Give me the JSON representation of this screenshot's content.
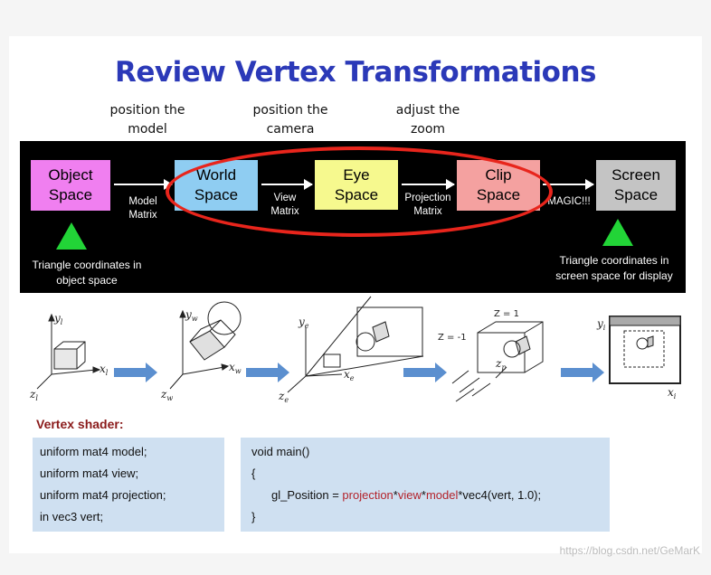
{
  "title": "Review Vertex Transformations",
  "captions": {
    "position_model": "position the\nmodel",
    "position_camera": "position the\ncamera",
    "adjust_zoom": "adjust the\nzoom"
  },
  "pipeline": {
    "spaces": [
      {
        "label": "Object\nSpace",
        "color": "#f07ff0"
      },
      {
        "label": "World\nSpace",
        "color": "#8fcdf2"
      },
      {
        "label": "Eye\nSpace",
        "color": "#f6f98e"
      },
      {
        "label": "Clip\nSpace",
        "color": "#f4a1a0"
      },
      {
        "label": "Screen\nSpace",
        "color": "#c4c4c4"
      }
    ],
    "arrow_labels": [
      "Model\nMatrix",
      "View\nMatrix",
      "Projection\nMatrix",
      "MAGIC!!!"
    ],
    "left_note": "Triangle coordinates in\nobject space",
    "right_note": "Triangle coordinates in\nscreen space for display",
    "highlight_color": "#e8251c",
    "triangle_color": "#22d437"
  },
  "figures": {
    "object": {
      "y": "y",
      "y_sub": "l",
      "x": "x",
      "x_sub": "l",
      "z": "z",
      "z_sub": "l"
    },
    "world": {
      "y": "y",
      "y_sub": "w",
      "x": "x",
      "x_sub": "w",
      "z": "z",
      "z_sub": "w"
    },
    "eye": {
      "y": "y",
      "y_sub": "e",
      "x": "x",
      "x_sub": "e",
      "z": "z",
      "z_sub": "e"
    },
    "clip": {
      "z_near": "Z = 1",
      "z_far": "Z = -1",
      "z_axis": "z",
      "z_axis_sub": "p"
    },
    "screen": {
      "y": "y",
      "y_sub": "i",
      "x": "x",
      "x_sub": "i"
    }
  },
  "vertex_shader": {
    "heading": "Vertex shader:",
    "declarations": [
      "uniform mat4 model;",
      "uniform mat4 view;",
      "uniform mat4 projection;",
      "in vec3 vert;"
    ],
    "main_signature": "void main()",
    "open_brace": "{",
    "body_prefix": "gl_Position = ",
    "body_projection": "projection",
    "star1": "*",
    "body_view": "view",
    "star2": "*",
    "body_model": "model",
    "body_suffix": "*vec4(vert, 1.0);",
    "close_brace": "}"
  },
  "watermark": "https://blog.csdn.net/GeMarK"
}
